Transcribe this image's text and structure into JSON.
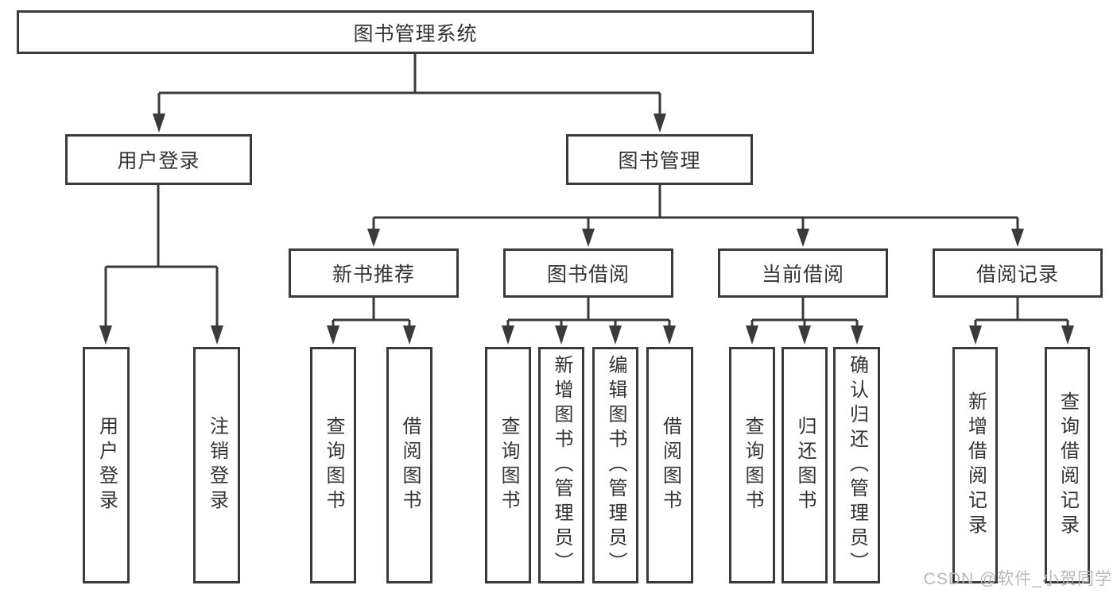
{
  "diagram": {
    "title": "图书管理系统",
    "watermark": "CSDN @软件_小贺同学",
    "colors": {
      "line": "#3a3a3a",
      "text": "#333333",
      "watermark_text": "#b8b8b8",
      "background": "#ffffff"
    },
    "nodes": {
      "root": {
        "label": "图书管理系统"
      },
      "user_login": {
        "label": "用户登录"
      },
      "book_mgmt": {
        "label": "图书管理"
      },
      "new_book_rec": {
        "label": "新书推荐"
      },
      "book_borrow": {
        "label": "图书借阅"
      },
      "current_borrow": {
        "label": "当前借阅"
      },
      "borrow_records": {
        "label": "借阅记录"
      },
      "ul_login": {
        "label": "用户登录"
      },
      "ul_logout": {
        "label": "注销登录"
      },
      "nb_query": {
        "label": "查询图书"
      },
      "nb_borrow": {
        "label": "借阅图书"
      },
      "bb_query": {
        "label": "查询图书"
      },
      "bb_add": {
        "label": "新增图书（管理员）"
      },
      "bb_edit": {
        "label": "编辑图书（管理员）"
      },
      "bb_borrow": {
        "label": "借阅图书"
      },
      "cb_query": {
        "label": "查询图书"
      },
      "cb_return": {
        "label": "归还图书"
      },
      "cb_confirm": {
        "label": "确认归还（管理员）"
      },
      "br_add": {
        "label": "新增借阅记录"
      },
      "br_query": {
        "label": "查询借阅记录"
      }
    },
    "hierarchy": {
      "root": [
        "user_login",
        "book_mgmt"
      ],
      "user_login": [
        "ul_login",
        "ul_logout"
      ],
      "book_mgmt": [
        "new_book_rec",
        "book_borrow",
        "current_borrow",
        "borrow_records"
      ],
      "new_book_rec": [
        "nb_query",
        "nb_borrow"
      ],
      "book_borrow": [
        "bb_query",
        "bb_add",
        "bb_edit",
        "bb_borrow"
      ],
      "current_borrow": [
        "cb_query",
        "cb_return",
        "cb_confirm"
      ],
      "borrow_records": [
        "br_add",
        "br_query"
      ]
    }
  }
}
